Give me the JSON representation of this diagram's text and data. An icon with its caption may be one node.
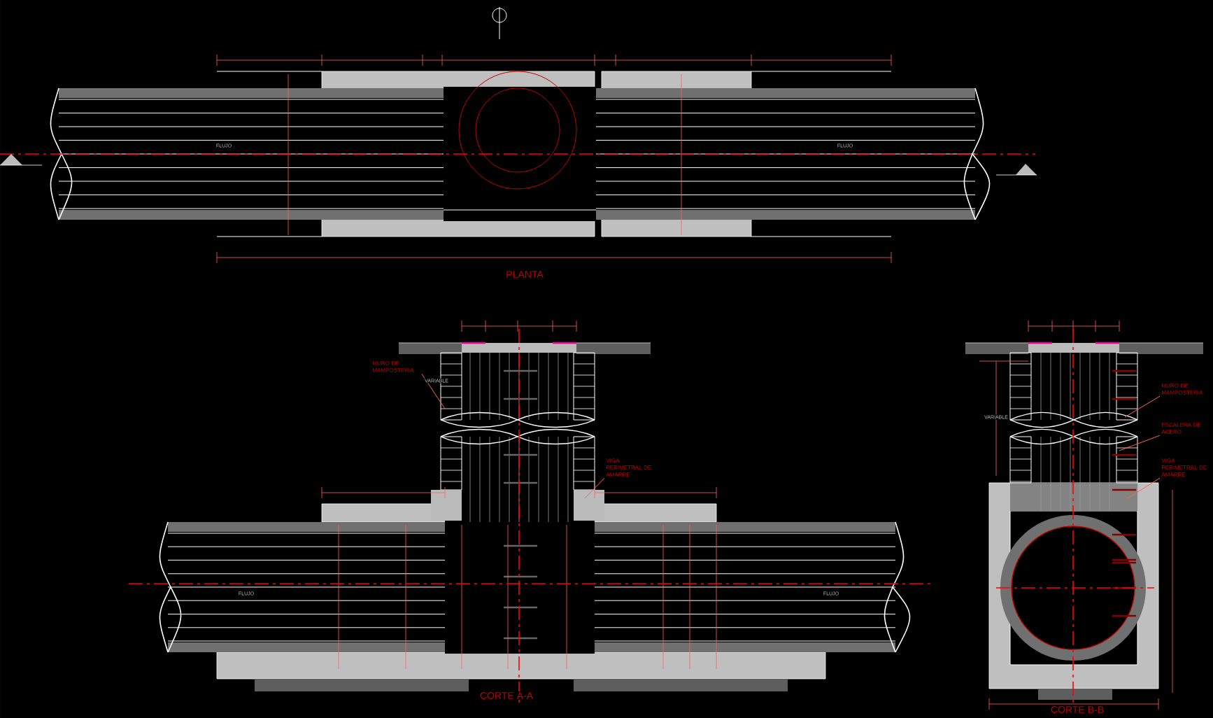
{
  "diagram": {
    "nodes": [
      {
        "text": [
          "MURO DE MAMPOSTERIA"
        ]
      },
      {
        "text": [
          "ESCALERA DE ACERO"
        ]
      },
      {
        "text": [
          "VIGA PERIMETRAL DE AMARRE"
        ]
      },
      {
        "text": [
          "VIGA PERIMETRAL DE AMARRE"
        ]
      },
      {
        "text": [
          "MURO DE MAMPOSTERIA"
        ]
      }
    ],
    "edges": [
      {
        "from": 0,
        "to": null,
        "arrow": "none"
      },
      {
        "from": 1,
        "to": null,
        "arrow": "none"
      },
      {
        "from": 2,
        "to": null,
        "arrow": "none"
      },
      {
        "from": 3,
        "to": null,
        "arrow": "none"
      },
      {
        "from": 4,
        "to": null,
        "arrow": "none"
      }
    ],
    "labels": [
      "FLUJO",
      "FLUJO",
      "PLANTA",
      "VARIABLE",
      "VARIABLE",
      "FLUJO",
      "FLUJO",
      "CORTE A-A",
      "CORTE B-B"
    ]
  }
}
